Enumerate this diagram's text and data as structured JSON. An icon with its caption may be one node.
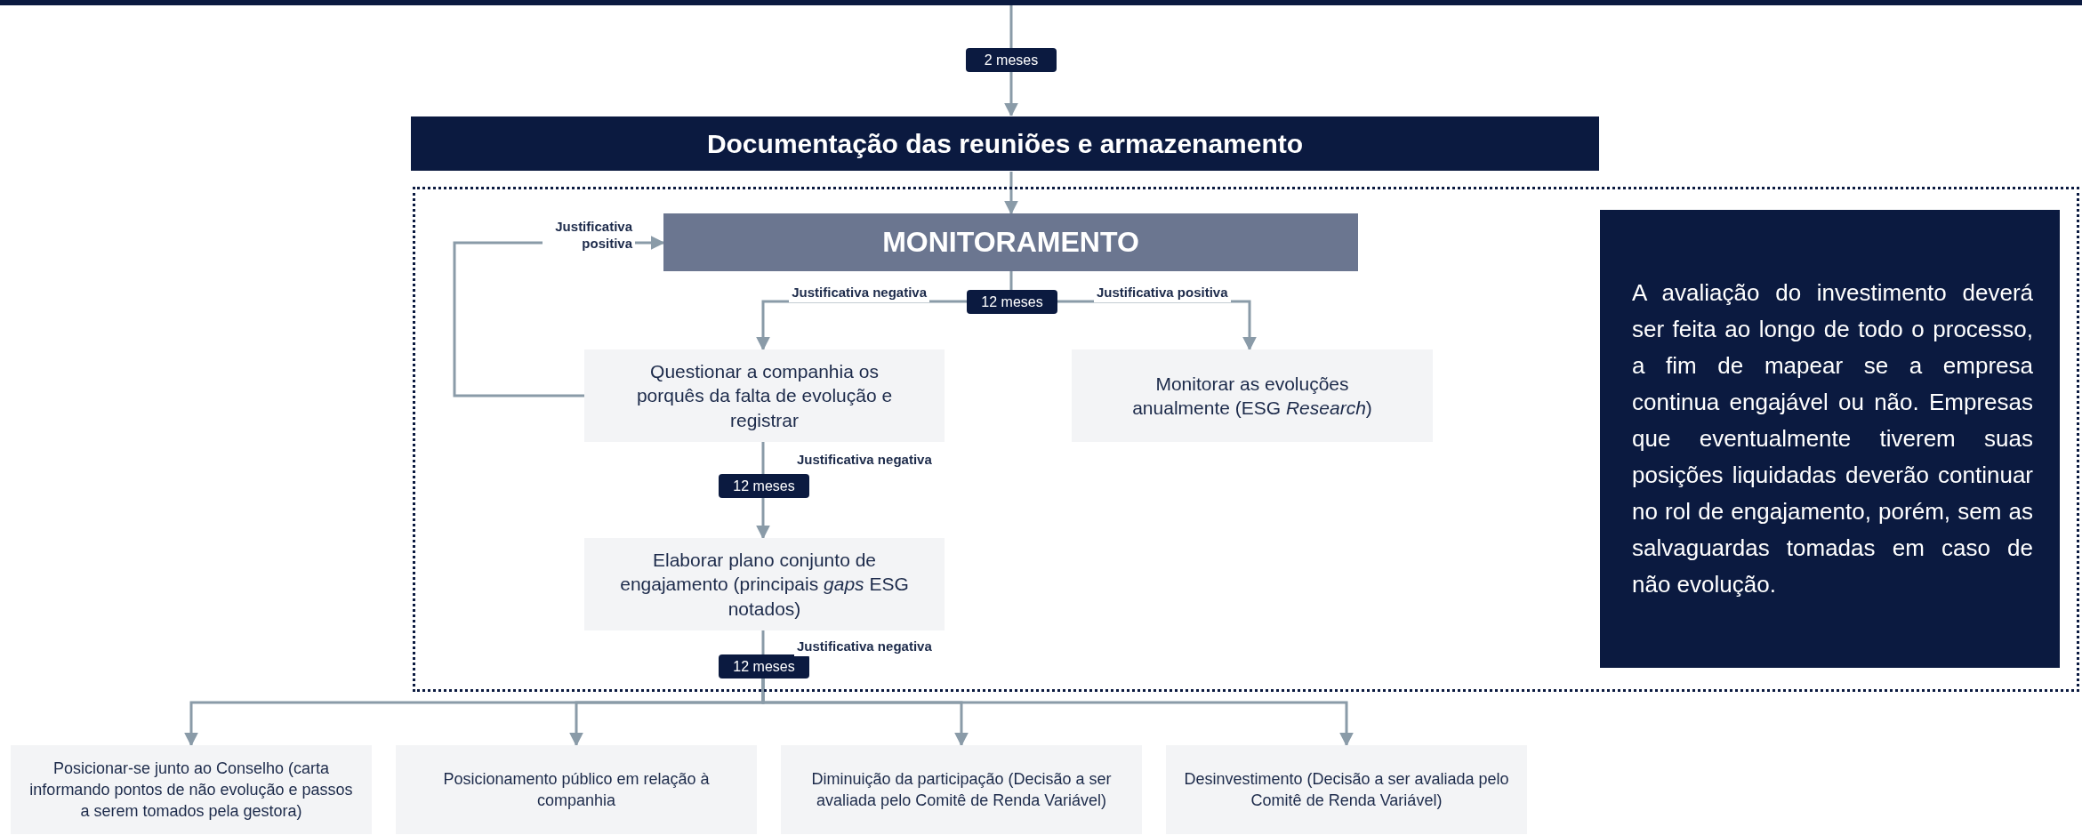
{
  "diagram": {
    "nodes": [
      {
        "text": [
          "2 meses"
        ]
      },
      {
        "text": [
          "Documentação das reuniões e armazenamento"
        ]
      },
      {
        "text": [],
        "shape": "box"
      },
      {
        "text": [
          "MONITORAMENTO"
        ],
        "in": 2
      },
      {
        "text": [
          "12 meses"
        ],
        "in": 2
      },
      {
        "text": [
          "Questionar a companhia os porquês da falta de evolução e registrar"
        ],
        "in": 2
      },
      {
        "text": [
          "Monitorar as evoluções anualmente (ESG *Research*)"
        ],
        "in": 2
      },
      {
        "text": [
          "12 meses"
        ],
        "in": 2
      },
      {
        "text": [
          "Elaborar plano conjunto de engajamento (principais *gaps* ESG notados)"
        ],
        "in": 2
      },
      {
        "text": [
          "12 meses"
        ],
        "in": 2
      },
      {
        "text": [
          "A avaliação do investimento deverá ser feita ao longo de todo o processo, a fim de mapear se a empresa continua engajável ou não. Empresas que eventualmente tiverem suas posições liquidadas deverão continuar no rol de engajamento, porém, sem as salvaguardas tomadas em caso de não evolução."
        ],
        "in": 2
      },
      {
        "text": [
          "Posicionar-se junto ao Conselho (carta informando pontos de não evolução e passos a serem tomados pela gestora)"
        ]
      },
      {
        "text": [
          "Posicionamento público em relação à companhia"
        ]
      },
      {
        "text": [
          "Diminuição da participação (Decisão a ser avaliada pelo Comitê de Renda Variável)"
        ]
      },
      {
        "text": [
          "Desinvestimento (Decisão a ser avaliada pelo Comitê de Renda Variável)"
        ]
      }
    ],
    "edges": [
      {
        "from": null,
        "to": 0,
        "arrow": "none"
      },
      {
        "from": 0,
        "to": 1,
        "arrow": "to"
      },
      {
        "from": 1,
        "to": 3,
        "arrow": "to"
      },
      {
        "from": 3,
        "to": 4,
        "arrow": "none"
      },
      {
        "from": 4,
        "to": 5,
        "arrow": "to",
        "label": "Justificativa negativa"
      },
      {
        "from": 4,
        "to": 6,
        "arrow": "to",
        "label": "Justificativa positiva"
      },
      {
        "from": 5,
        "to": 3,
        "arrow": "to",
        "label": "Justificativa positiva"
      },
      {
        "from": 5,
        "to": 7,
        "arrow": "none",
        "label": "Justificativa negativa"
      },
      {
        "from": 7,
        "to": 8,
        "arrow": "to"
      },
      {
        "from": 8,
        "to": 9,
        "arrow": "none",
        "label": "Justificativa negativa"
      },
      {
        "from": 9,
        "to": 11,
        "arrow": "to"
      },
      {
        "from": 9,
        "to": 12,
        "arrow": "to"
      },
      {
        "from": 9,
        "to": 13,
        "arrow": "to"
      },
      {
        "from": 9,
        "to": 14,
        "arrow": "to"
      }
    ]
  }
}
